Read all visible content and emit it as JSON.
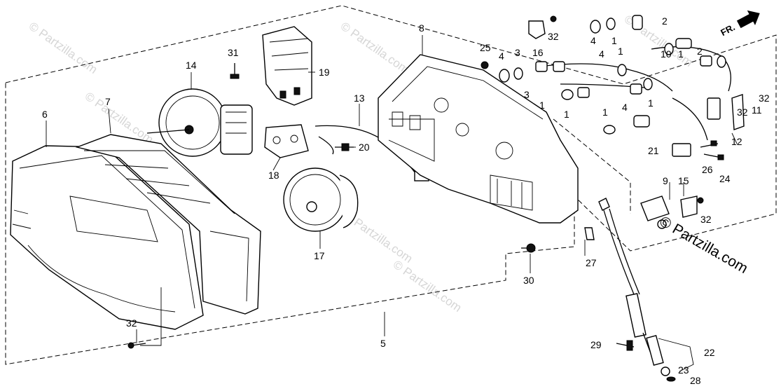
{
  "diagram": {
    "watermarks": [
      "© Partzilla.com",
      "© Partzilla.com",
      "© Partzilla.com",
      "© Partzilla.com",
      "© Partzilla.com",
      "© Partzilla.com",
      "© Partzilla.com"
    ],
    "brand": "© Partzilla.com",
    "direction_label": "FR.",
    "callouts": [
      {
        "id": "6",
        "label": "6"
      },
      {
        "id": "7",
        "label": "7"
      },
      {
        "id": "14",
        "label": "14"
      },
      {
        "id": "31",
        "label": "31"
      },
      {
        "id": "19",
        "label": "19"
      },
      {
        "id": "18",
        "label": "18"
      },
      {
        "id": "13",
        "label": "13"
      },
      {
        "id": "20",
        "label": "20"
      },
      {
        "id": "17",
        "label": "17"
      },
      {
        "id": "8",
        "label": "8"
      },
      {
        "id": "25",
        "label": "25"
      },
      {
        "id": "16",
        "label": "16"
      },
      {
        "id": "32a",
        "label": "32"
      },
      {
        "id": "4a",
        "label": "4"
      },
      {
        "id": "3a",
        "label": "3"
      },
      {
        "id": "3b",
        "label": "3"
      },
      {
        "id": "1a",
        "label": "1"
      },
      {
        "id": "1b",
        "label": "1"
      },
      {
        "id": "4b",
        "label": "4"
      },
      {
        "id": "1c",
        "label": "1"
      },
      {
        "id": "4c",
        "label": "4"
      },
      {
        "id": "1d",
        "label": "1"
      },
      {
        "id": "2a",
        "label": "2"
      },
      {
        "id": "10",
        "label": "10"
      },
      {
        "id": "2b",
        "label": "2"
      },
      {
        "id": "1e",
        "label": "1"
      },
      {
        "id": "4d",
        "label": "4"
      },
      {
        "id": "1f",
        "label": "1"
      },
      {
        "id": "1g",
        "label": "1"
      },
      {
        "id": "32b",
        "label": "32"
      },
      {
        "id": "32c",
        "label": "32"
      },
      {
        "id": "11",
        "label": "11"
      },
      {
        "id": "12",
        "label": "12"
      },
      {
        "id": "21",
        "label": "21"
      },
      {
        "id": "26",
        "label": "26"
      },
      {
        "id": "24",
        "label": "24"
      },
      {
        "id": "9",
        "label": "9"
      },
      {
        "id": "15",
        "label": "15"
      },
      {
        "id": "32d",
        "label": "32"
      },
      {
        "id": "27",
        "label": "27"
      },
      {
        "id": "30",
        "label": "30"
      },
      {
        "id": "5",
        "label": "5"
      },
      {
        "id": "32e",
        "label": "32"
      },
      {
        "id": "29",
        "label": "29"
      },
      {
        "id": "22",
        "label": "22"
      },
      {
        "id": "23",
        "label": "23"
      },
      {
        "id": "28",
        "label": "28"
      }
    ]
  }
}
